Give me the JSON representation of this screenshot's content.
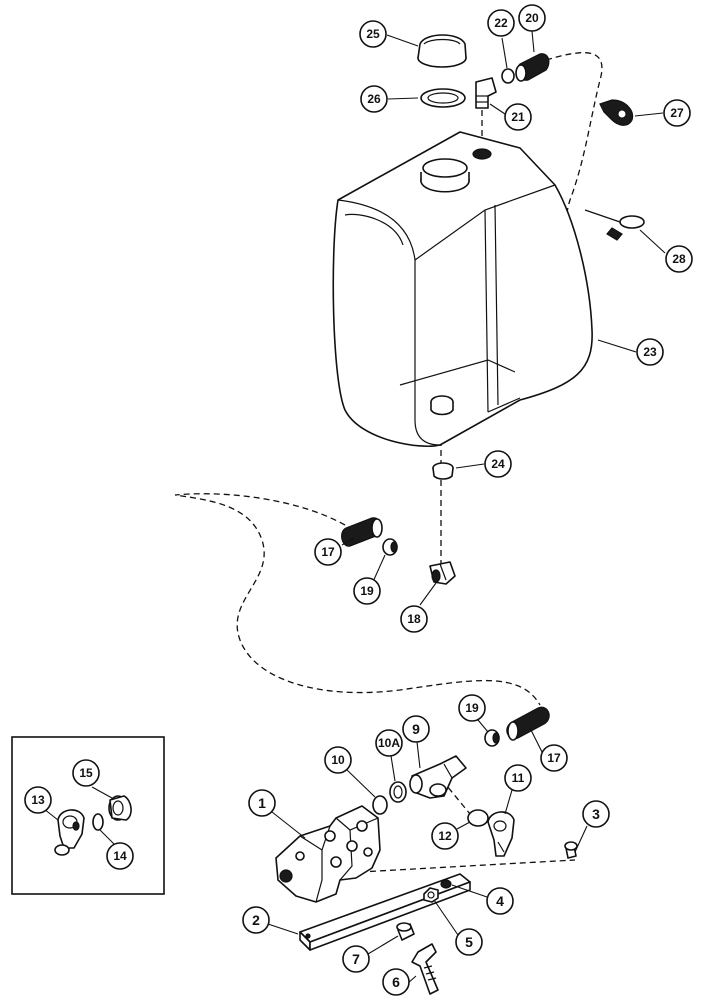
{
  "callouts": {
    "c1": "1",
    "c2": "2",
    "c3": "3",
    "c4": "4",
    "c5": "5",
    "c6": "6",
    "c7": "7",
    "c9": "9",
    "c10": "10",
    "c10a": "10A",
    "c11": "11",
    "c12": "12",
    "c13": "13",
    "c14": "14",
    "c15": "15",
    "c17a": "17",
    "c17b": "17",
    "c18": "18",
    "c19a": "19",
    "c19b": "19",
    "c20": "20",
    "c21": "21",
    "c22": "22",
    "c23": "23",
    "c24": "24",
    "c25": "25",
    "c26": "26",
    "c27": "27",
    "c28": "28"
  }
}
